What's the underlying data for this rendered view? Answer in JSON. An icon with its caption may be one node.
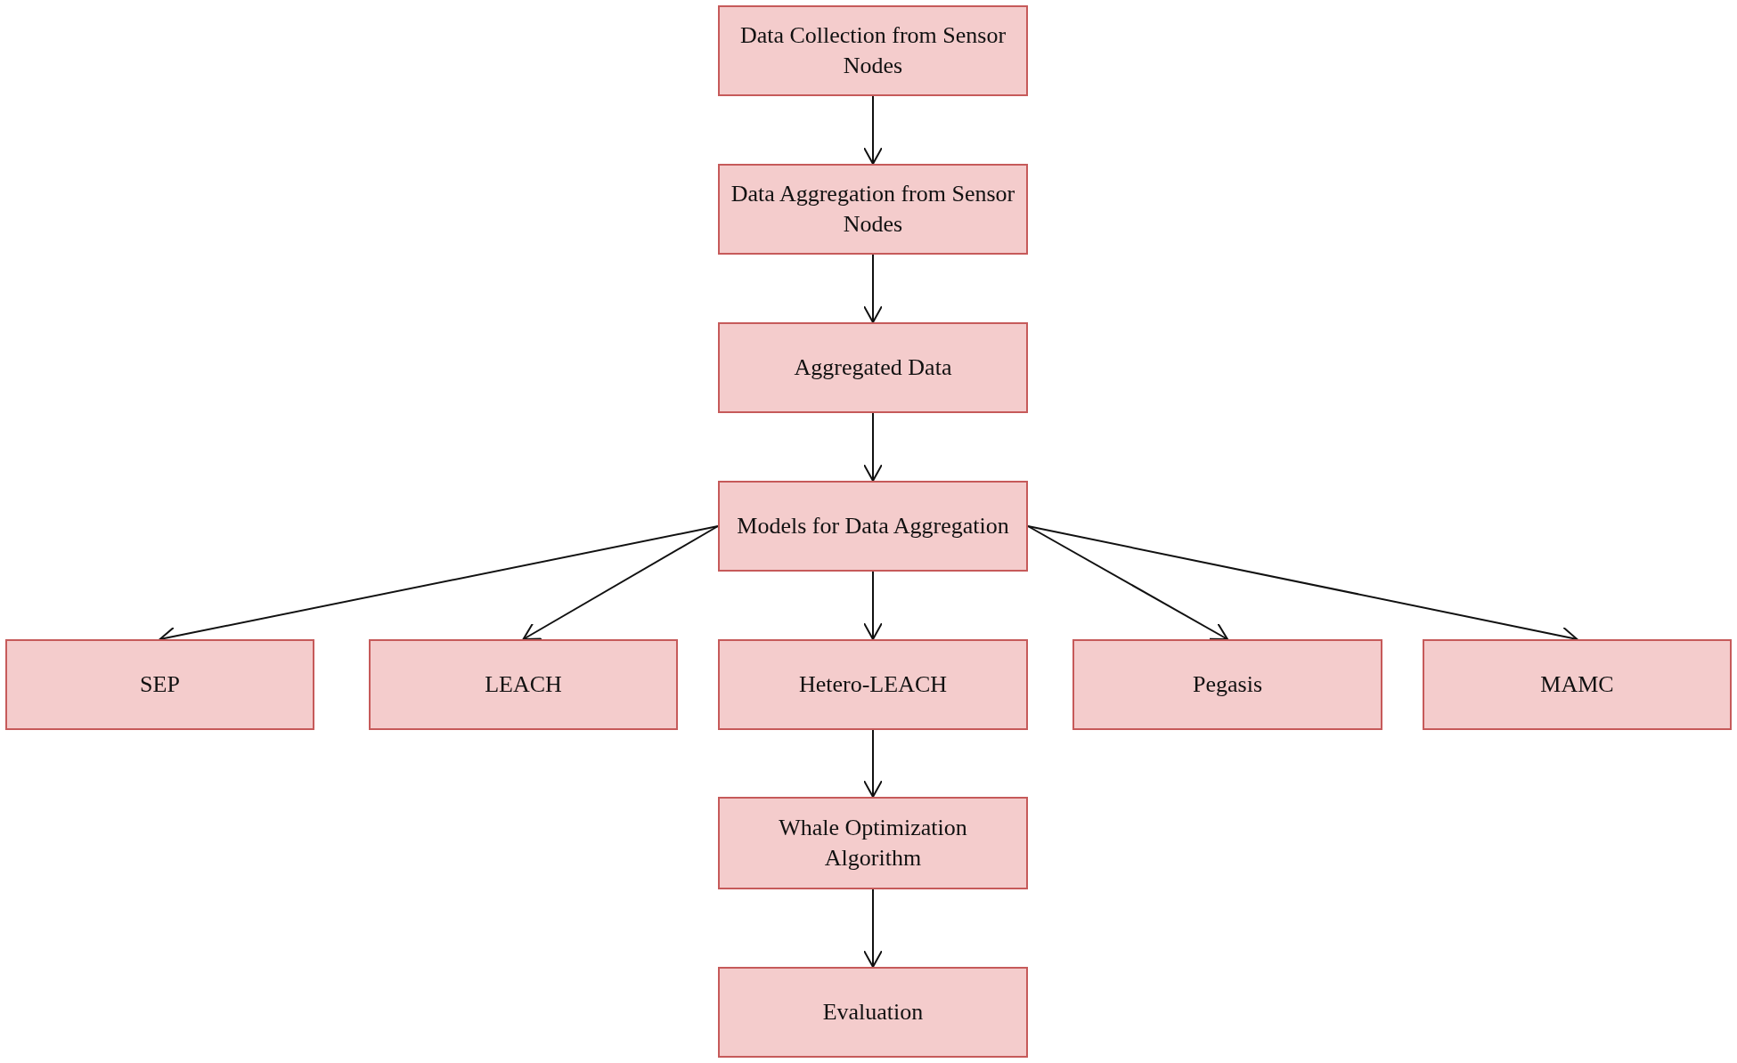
{
  "diagram": {
    "nodes": [
      {
        "text": [
          "Data Collection from Sensor Nodes"
        ]
      },
      {
        "text": [
          "Data Aggregation from Sensor Nodes"
        ]
      },
      {
        "text": [
          "Aggregated Data"
        ]
      },
      {
        "text": [
          "Models for Data Aggregation"
        ]
      },
      {
        "text": [
          "SEP"
        ]
      },
      {
        "text": [
          "LEACH"
        ]
      },
      {
        "text": [
          "Hetero-LEACH"
        ]
      },
      {
        "text": [
          "Pegasis"
        ]
      },
      {
        "text": [
          "MAMC"
        ]
      },
      {
        "text": [
          "Whale Optimization Algorithm"
        ]
      },
      {
        "text": [
          "Evaluation"
        ]
      }
    ],
    "edges": [
      {
        "from": 0,
        "to": 1,
        "arrow": "to"
      },
      {
        "from": 1,
        "to": 2,
        "arrow": "to"
      },
      {
        "from": 2,
        "to": 3,
        "arrow": "to"
      },
      {
        "from": 3,
        "to": 4,
        "arrow": "to"
      },
      {
        "from": 3,
        "to": 5,
        "arrow": "to"
      },
      {
        "from": 3,
        "to": 6,
        "arrow": "to"
      },
      {
        "from": 3,
        "to": 7,
        "arrow": "to"
      },
      {
        "from": 3,
        "to": 8,
        "arrow": "to"
      },
      {
        "from": 6,
        "to": 9,
        "arrow": "to"
      },
      {
        "from": 9,
        "to": 10,
        "arrow": "to"
      }
    ]
  }
}
